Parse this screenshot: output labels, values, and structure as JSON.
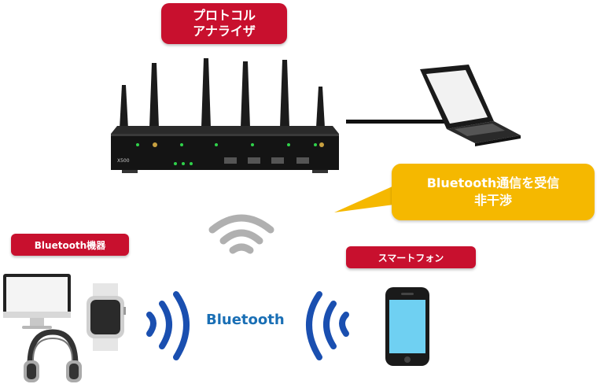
{
  "analyzer": {
    "label_line1": "プロトコル",
    "label_line2": "アナライザ",
    "model": "X500"
  },
  "callout": {
    "line1": "Bluetooth通信を受信",
    "line2": "非干渉"
  },
  "devices": {
    "label": "Bluetooth機器"
  },
  "phone": {
    "label": "スマートフォン"
  },
  "bluetooth": {
    "label": "Bluetooth"
  },
  "colors": {
    "red": "#c8102e",
    "yellow": "#f5b800",
    "blue": "#1a4fb0",
    "gray": "#b0b0b0"
  }
}
